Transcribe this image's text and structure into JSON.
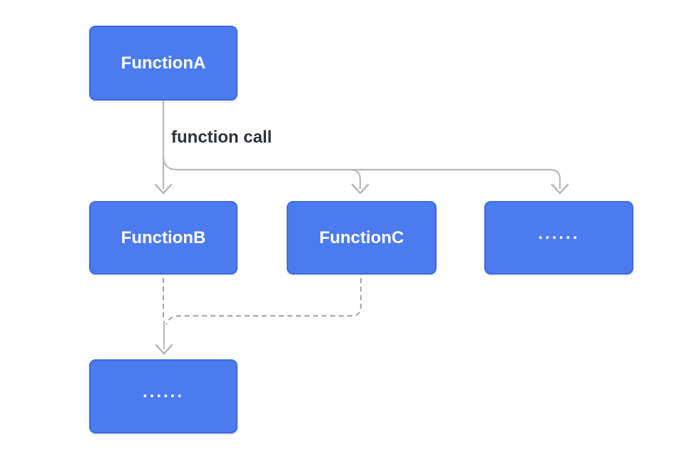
{
  "diagram": {
    "background": "#ffffff",
    "colors": {
      "node_fill": "#4c7bef",
      "node_border": "#3d6bd9",
      "node_text": "#ffffff",
      "solid_connector": "#b9b9b9",
      "dashed_connector": "#a9a9a9",
      "edge_label_text": "#2f3338"
    },
    "nodes": [
      {
        "id": "function-a",
        "label": "FunctionA"
      },
      {
        "id": "function-b",
        "label": "FunctionB"
      },
      {
        "id": "function-c",
        "label": "FunctionC"
      },
      {
        "id": "ellipsis-right",
        "label": "......"
      },
      {
        "id": "ellipsis-bottom",
        "label": "......"
      }
    ],
    "edges": [
      {
        "from": "FunctionA",
        "to": "FunctionB",
        "style": "solid-arrow",
        "label": "function call"
      },
      {
        "from": "FunctionA",
        "to": "FunctionC",
        "style": "solid-arrow",
        "label": ""
      },
      {
        "from": "FunctionA",
        "to": "......",
        "style": "solid-arrow",
        "label": ""
      },
      {
        "from": "FunctionB",
        "to": "...... (bottom)",
        "style": "dashed-arrow",
        "label": ""
      },
      {
        "from": "FunctionC",
        "to": "...... (bottom)",
        "style": "dashed-arrow",
        "label": ""
      }
    ]
  }
}
